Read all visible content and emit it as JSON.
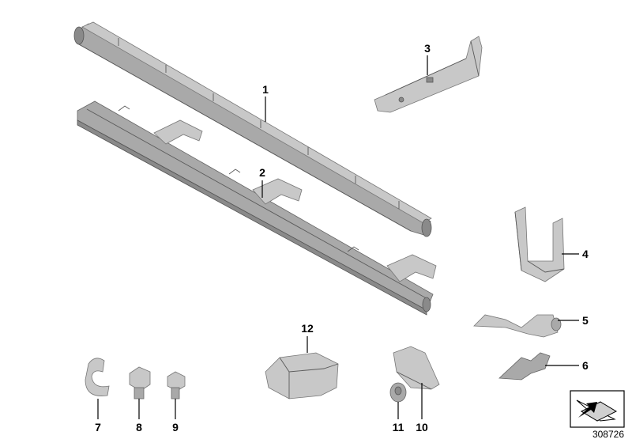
{
  "callouts": [
    "1",
    "2",
    "3",
    "4",
    "5",
    "6",
    "7",
    "8",
    "9",
    "10",
    "11",
    "12"
  ],
  "document_number": "308726",
  "icons": {
    "corner": "arrow-cut-corner-icon"
  }
}
